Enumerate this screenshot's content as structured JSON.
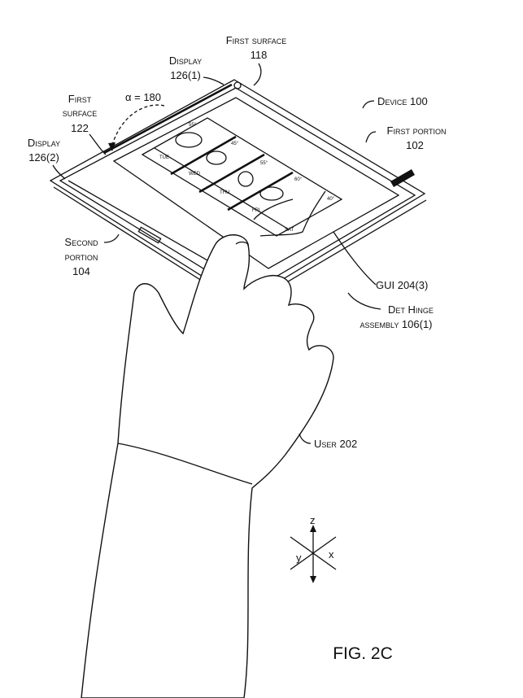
{
  "labels": {
    "first_surface_118": {
      "title": "First surface",
      "ref": "118"
    },
    "display_126_1": {
      "title": "Display",
      "ref": "126(1)"
    },
    "alpha": "α = 180",
    "first_surface_122": {
      "line1": "First",
      "line2": "surface",
      "ref": "122"
    },
    "display_126_2": {
      "title": "Display",
      "ref": "126(2)"
    },
    "device": "Device 100",
    "first_portion": {
      "title": "First portion",
      "ref": "102"
    },
    "second_portion": {
      "line1": "Second",
      "line2": "portion",
      "ref": "104"
    },
    "gui": "GUI 204(3)",
    "hinge": {
      "line1": "Det Hinge",
      "line2": "assembly 106(1)"
    },
    "user": "User 202"
  },
  "screen": {
    "temps": [
      "55°",
      "45°",
      "55°",
      "60°",
      "40°"
    ],
    "days": [
      "TUE",
      "WED",
      "THU",
      "FRI",
      "SAT"
    ]
  },
  "axes": {
    "z": "z",
    "y": "y",
    "x": "x"
  },
  "figure": "FIG. 2C"
}
